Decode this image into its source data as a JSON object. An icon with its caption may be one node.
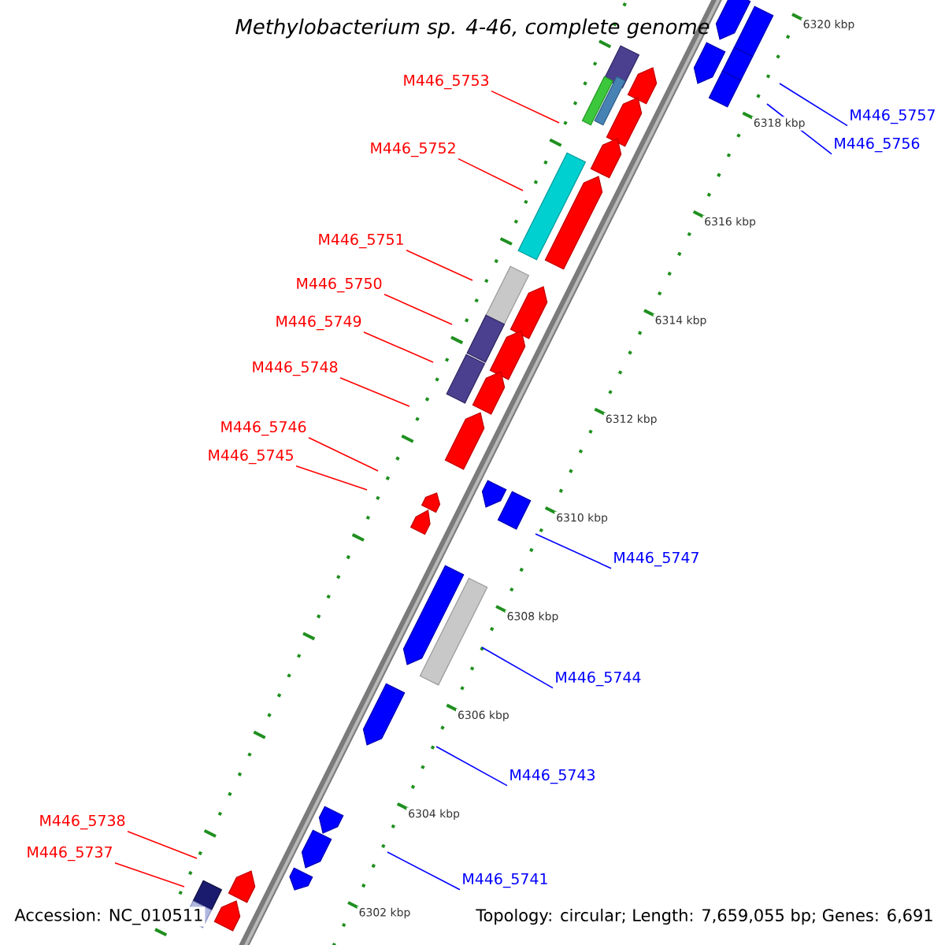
{
  "diagram": {
    "title": "Methylobacterium sp. 4-46, complete genome",
    "nodes": [
      {
        "text": [
          "M446_5753"
        ]
      },
      {
        "text": [
          "M446_5757"
        ]
      },
      {
        "text": [
          "M446_5756"
        ]
      },
      {
        "text": [
          "M446_5752"
        ]
      },
      {
        "text": [
          "M446_5751"
        ]
      },
      {
        "text": [
          "M446_5750"
        ]
      },
      {
        "text": [
          "M446_5749"
        ]
      },
      {
        "text": [
          "M446_5748"
        ]
      },
      {
        "text": [
          "M446_5746"
        ]
      },
      {
        "text": [
          "M446_5745"
        ]
      },
      {
        "text": [
          "M446_5747"
        ]
      },
      {
        "text": [
          "M446_5744"
        ]
      },
      {
        "text": [
          "M446_5743"
        ]
      },
      {
        "text": [
          "M446_5738"
        ]
      },
      {
        "text": [
          "M446_5737"
        ]
      },
      {
        "text": [
          "M446_5741"
        ]
      }
    ],
    "edges": [
      {
        "from": 0,
        "to": null,
        "arrow": "none"
      },
      {
        "from": 1,
        "to": null,
        "arrow": "none",
        "color": "#0000ff"
      },
      {
        "from": 2,
        "to": null,
        "arrow": "none",
        "color": "#0000ff"
      },
      {
        "from": 3,
        "to": null,
        "arrow": "none"
      },
      {
        "from": 4,
        "to": null,
        "arrow": "none"
      },
      {
        "from": 5,
        "to": null,
        "arrow": "none"
      },
      {
        "from": 6,
        "to": null,
        "arrow": "none"
      },
      {
        "from": 7,
        "to": null,
        "arrow": "none"
      },
      {
        "from": 8,
        "to": null,
        "arrow": "none"
      },
      {
        "from": 9,
        "to": null,
        "arrow": "none"
      },
      {
        "from": 10,
        "to": null,
        "arrow": "none",
        "color": "#0000ff"
      },
      {
        "from": 11,
        "to": null,
        "arrow": "none",
        "color": "#0000ff"
      },
      {
        "from": 12,
        "to": null,
        "arrow": "none",
        "color": "#0000ff"
      },
      {
        "from": 13,
        "to": null,
        "arrow": "none"
      },
      {
        "from": 14,
        "to": null,
        "arrow": "none"
      },
      {
        "from": 15,
        "to": null,
        "arrow": "none",
        "color": "#0000ff"
      }
    ],
    "labels": [
      "6320 kbp",
      "6318 kbp",
      "6316 kbp",
      "6314 kbp",
      "6312 kbp",
      "6310 kbp",
      "6308 kbp",
      "6306 kbp",
      "6304 kbp",
      "6302 kbp",
      "Accession: NC_010511",
      "Topology: circular; Length: 7,659,055 bp; Genes: 6,691"
    ]
  }
}
